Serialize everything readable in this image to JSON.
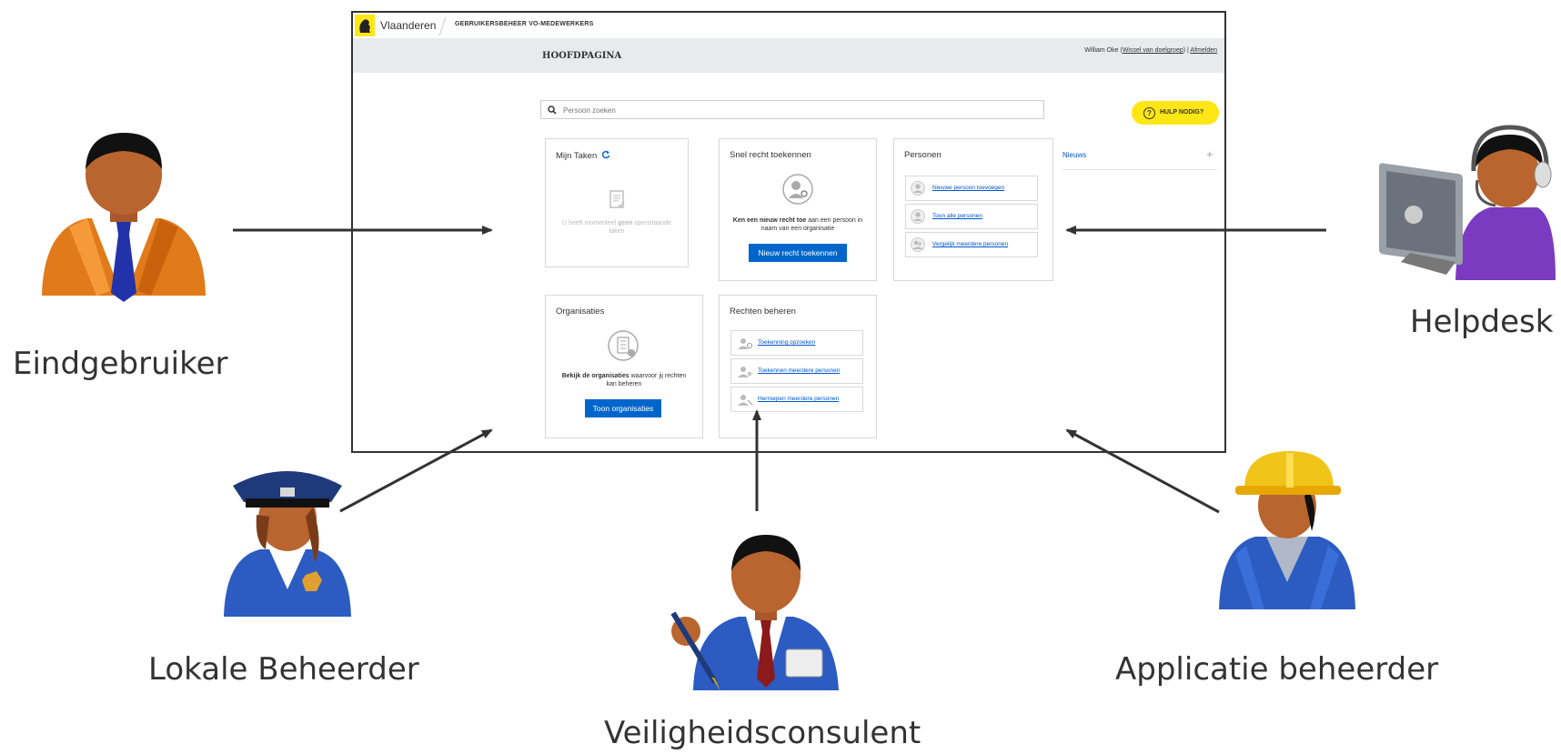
{
  "screenshot": {
    "brand": "Vlaanderen",
    "app_title": "GEBRUIKERSBEHEER VO-MEDEWERKERS",
    "page_title": "HOOFDPAGINA",
    "user": {
      "name": "William Oke",
      "switch_group": "Wissel van doelgroep",
      "separator": "|",
      "logout": "Afmelden"
    },
    "search": {
      "placeholder": "Persoon zoeken"
    },
    "help_button": {
      "icon": "?",
      "label": "HULP NODIG?"
    },
    "cards": {
      "tasks": {
        "title": "Mijn Taken",
        "empty_text_1": "U heeft momenteel",
        "empty_bold": "geen",
        "empty_text_2": "openstaande taken"
      },
      "quick_grant": {
        "title": "Snel recht toekennen",
        "desc_bold": "Ken een nieuw recht toe",
        "desc_rest": "aan een persoon in naam van een organisatie",
        "button": "Nieuw recht toekennen"
      },
      "persons": {
        "title": "Personen",
        "links": [
          "Nieuwe persoon toevoegen",
          "Toon alle personen",
          "Vergelijk meerdere personen"
        ]
      },
      "organisations": {
        "title": "Organisaties",
        "desc_bold": "Bekijk de organisaties",
        "desc_rest": "waarvoor jij rechten kan beheren",
        "button": "Toon organisaties"
      },
      "rights": {
        "title": "Rechten beheren",
        "links": [
          "Toekenning opzoeken",
          "Toekennen meerdere personen",
          "Herroepen meerdere personen"
        ]
      }
    },
    "news": {
      "label": "Nieuws",
      "toggle": "+"
    }
  },
  "actors": {
    "end_user": "Eindgebruiker",
    "local_admin": "Lokale Beheerder",
    "security_consultant": "Veiligheidsconsulent",
    "app_admin": "Applicatie beheerder",
    "helpdesk": "Helpdesk"
  },
  "colors": {
    "brand_yellow": "#ffe615",
    "button_blue": "#0066cc",
    "link_blue": "#0055cc",
    "subbar_gray": "#e8ebee"
  }
}
